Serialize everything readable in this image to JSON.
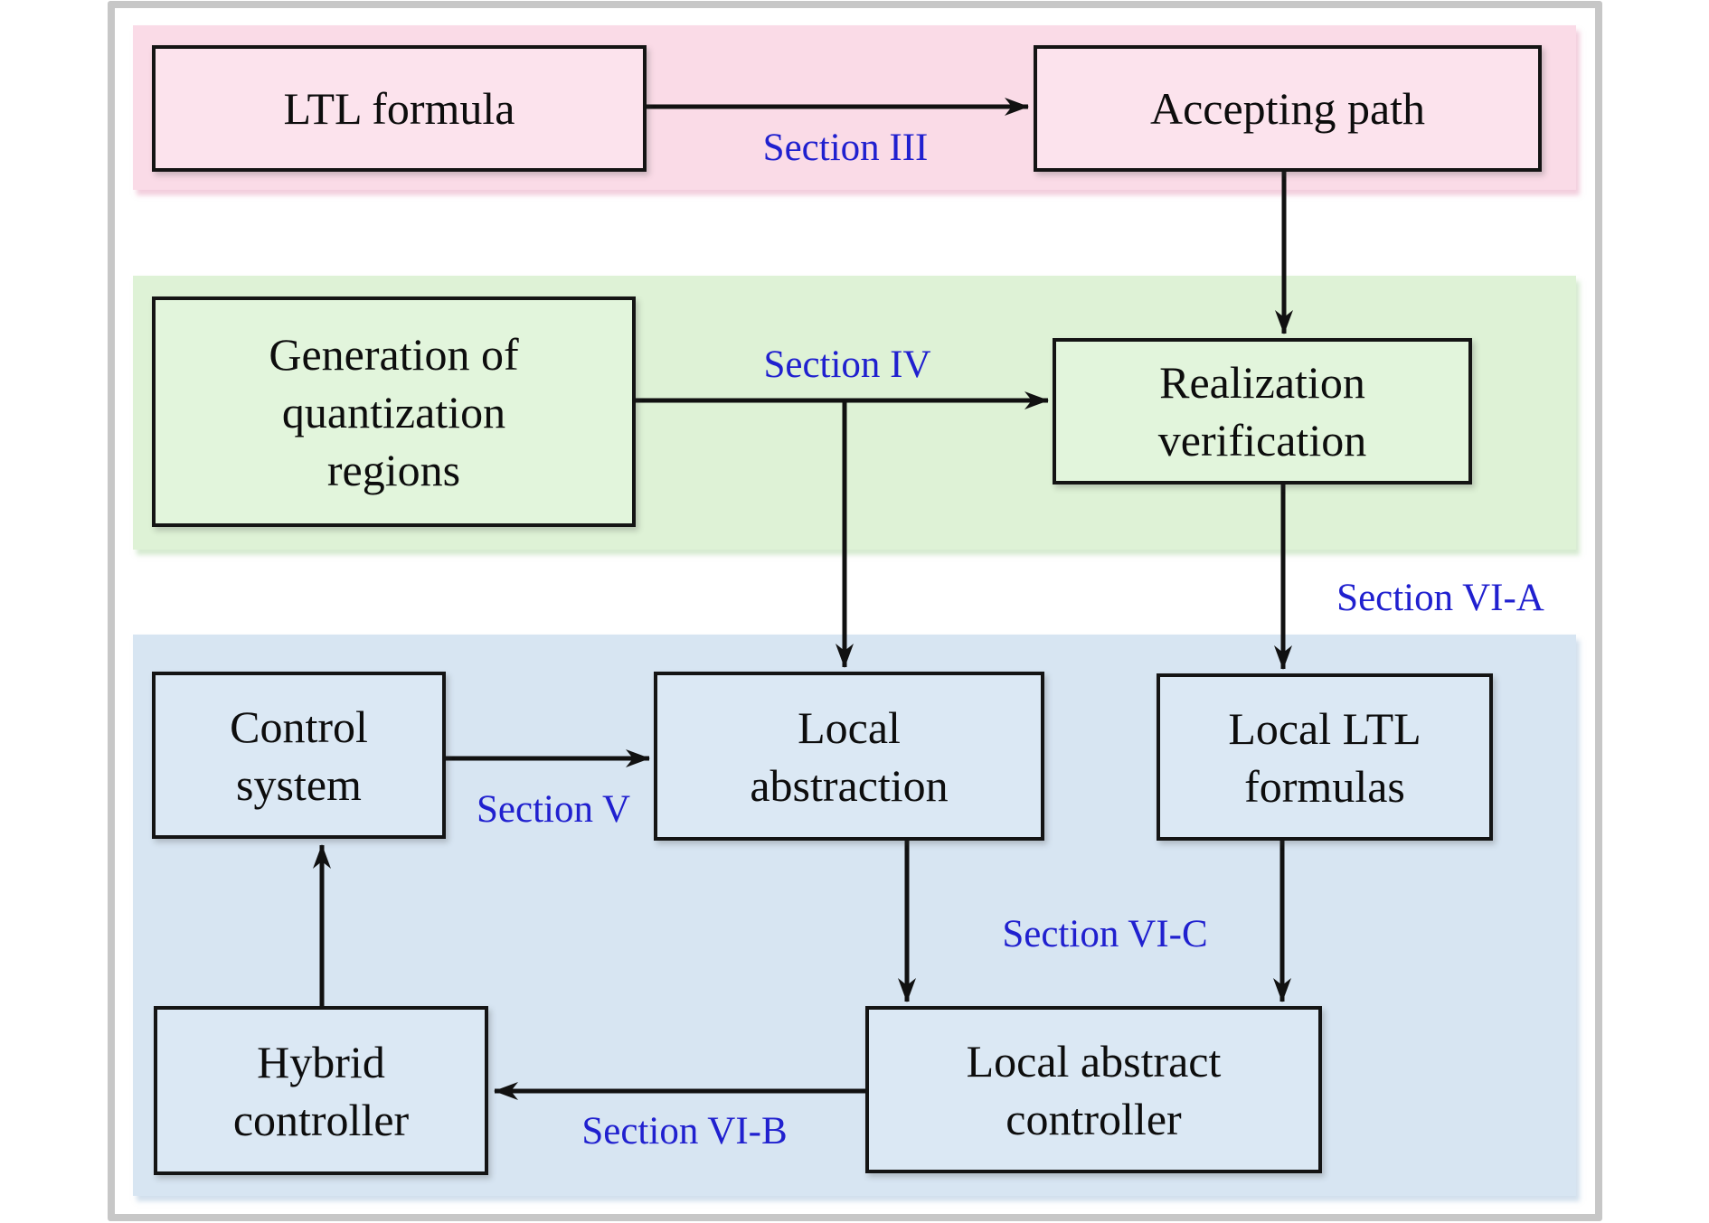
{
  "figure": {
    "nodes": {
      "ltl_formula": "LTL formula",
      "accepting_path": "Accepting path",
      "generation_of_quantization_regions": "Generation of\nquantization\nregions",
      "realization_verification": "Realization\nverification",
      "control_system": "Control\nsystem",
      "local_abstraction": "Local\nabstraction",
      "local_ltl_formulas": "Local LTL\nformulas",
      "hybrid_controller": "Hybrid\ncontroller",
      "local_abstract_controller": "Local abstract\ncontroller"
    },
    "edge_labels": {
      "section_iii": "Section III",
      "section_iv": "Section IV",
      "section_v": "Section V",
      "section_vi_a": "Section VI-A",
      "section_vi_b": "Section VI-B",
      "section_vi_c": "Section VI-C"
    },
    "colors": {
      "band_pink": "#fadbe7",
      "band_green": "#def2d6",
      "band_blue": "#d7e5f2",
      "node_fill_pink": "#fce3ed",
      "node_fill_green": "#e2f5dc",
      "node_fill_blue": "#dbe8f4",
      "node_border": "#141414",
      "edge_label_blue": "#2020cf",
      "arrow_black": "#111111",
      "frame_gray": "#c7c7c7"
    }
  }
}
